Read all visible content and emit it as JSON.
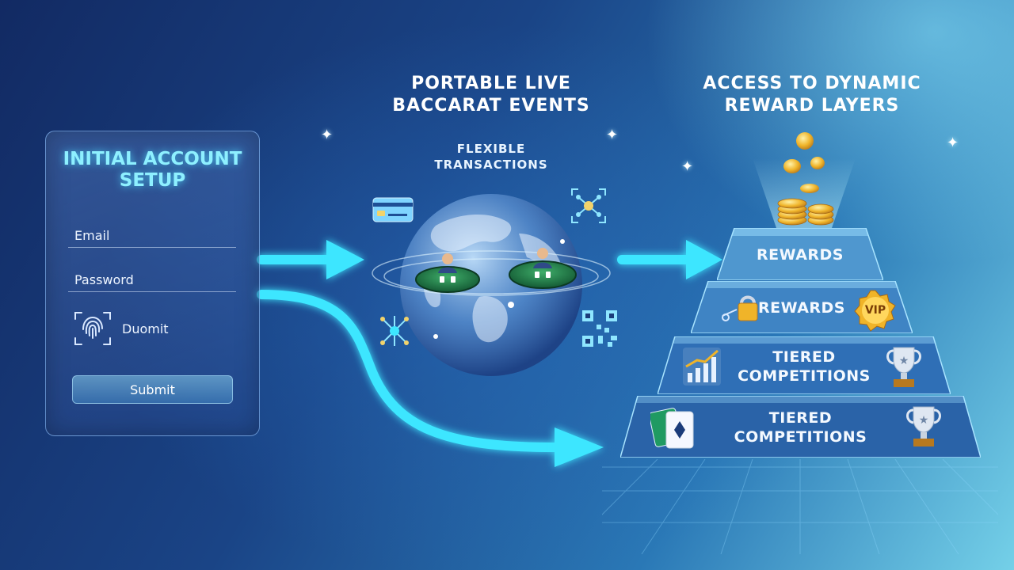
{
  "globe": {
    "title_line1": "PORTABLE LIVE",
    "title_line2": "BACCARAT EVENTS",
    "subtitle_line1": "FLEXIBLE",
    "subtitle_line2": "TRANSACTIONS"
  },
  "rewards": {
    "title_line1": "ACCESS TO DYNAMIC",
    "title_line2": "REWARD LAYERS"
  },
  "panel": {
    "title_line1": "INITIAL ACCOUNT",
    "title_line2": "SETUP",
    "email_label": "Email",
    "password_label": "Password",
    "fingerprint_label": "Duomit",
    "submit_label": "Submit"
  },
  "pyramid": {
    "tier1": "REWARDS",
    "tier2": "REWARDS",
    "tier2_badge": "VIP",
    "tier3_line1": "TIERED",
    "tier3_line2": "COMPETITIONS",
    "tier4_line1": "TIERED",
    "tier4_line2": "COMPETITIONS"
  },
  "colors": {
    "arrow": "#3ee6ff",
    "panel_title": "#8ef0ff",
    "gold": "#f0b429"
  }
}
